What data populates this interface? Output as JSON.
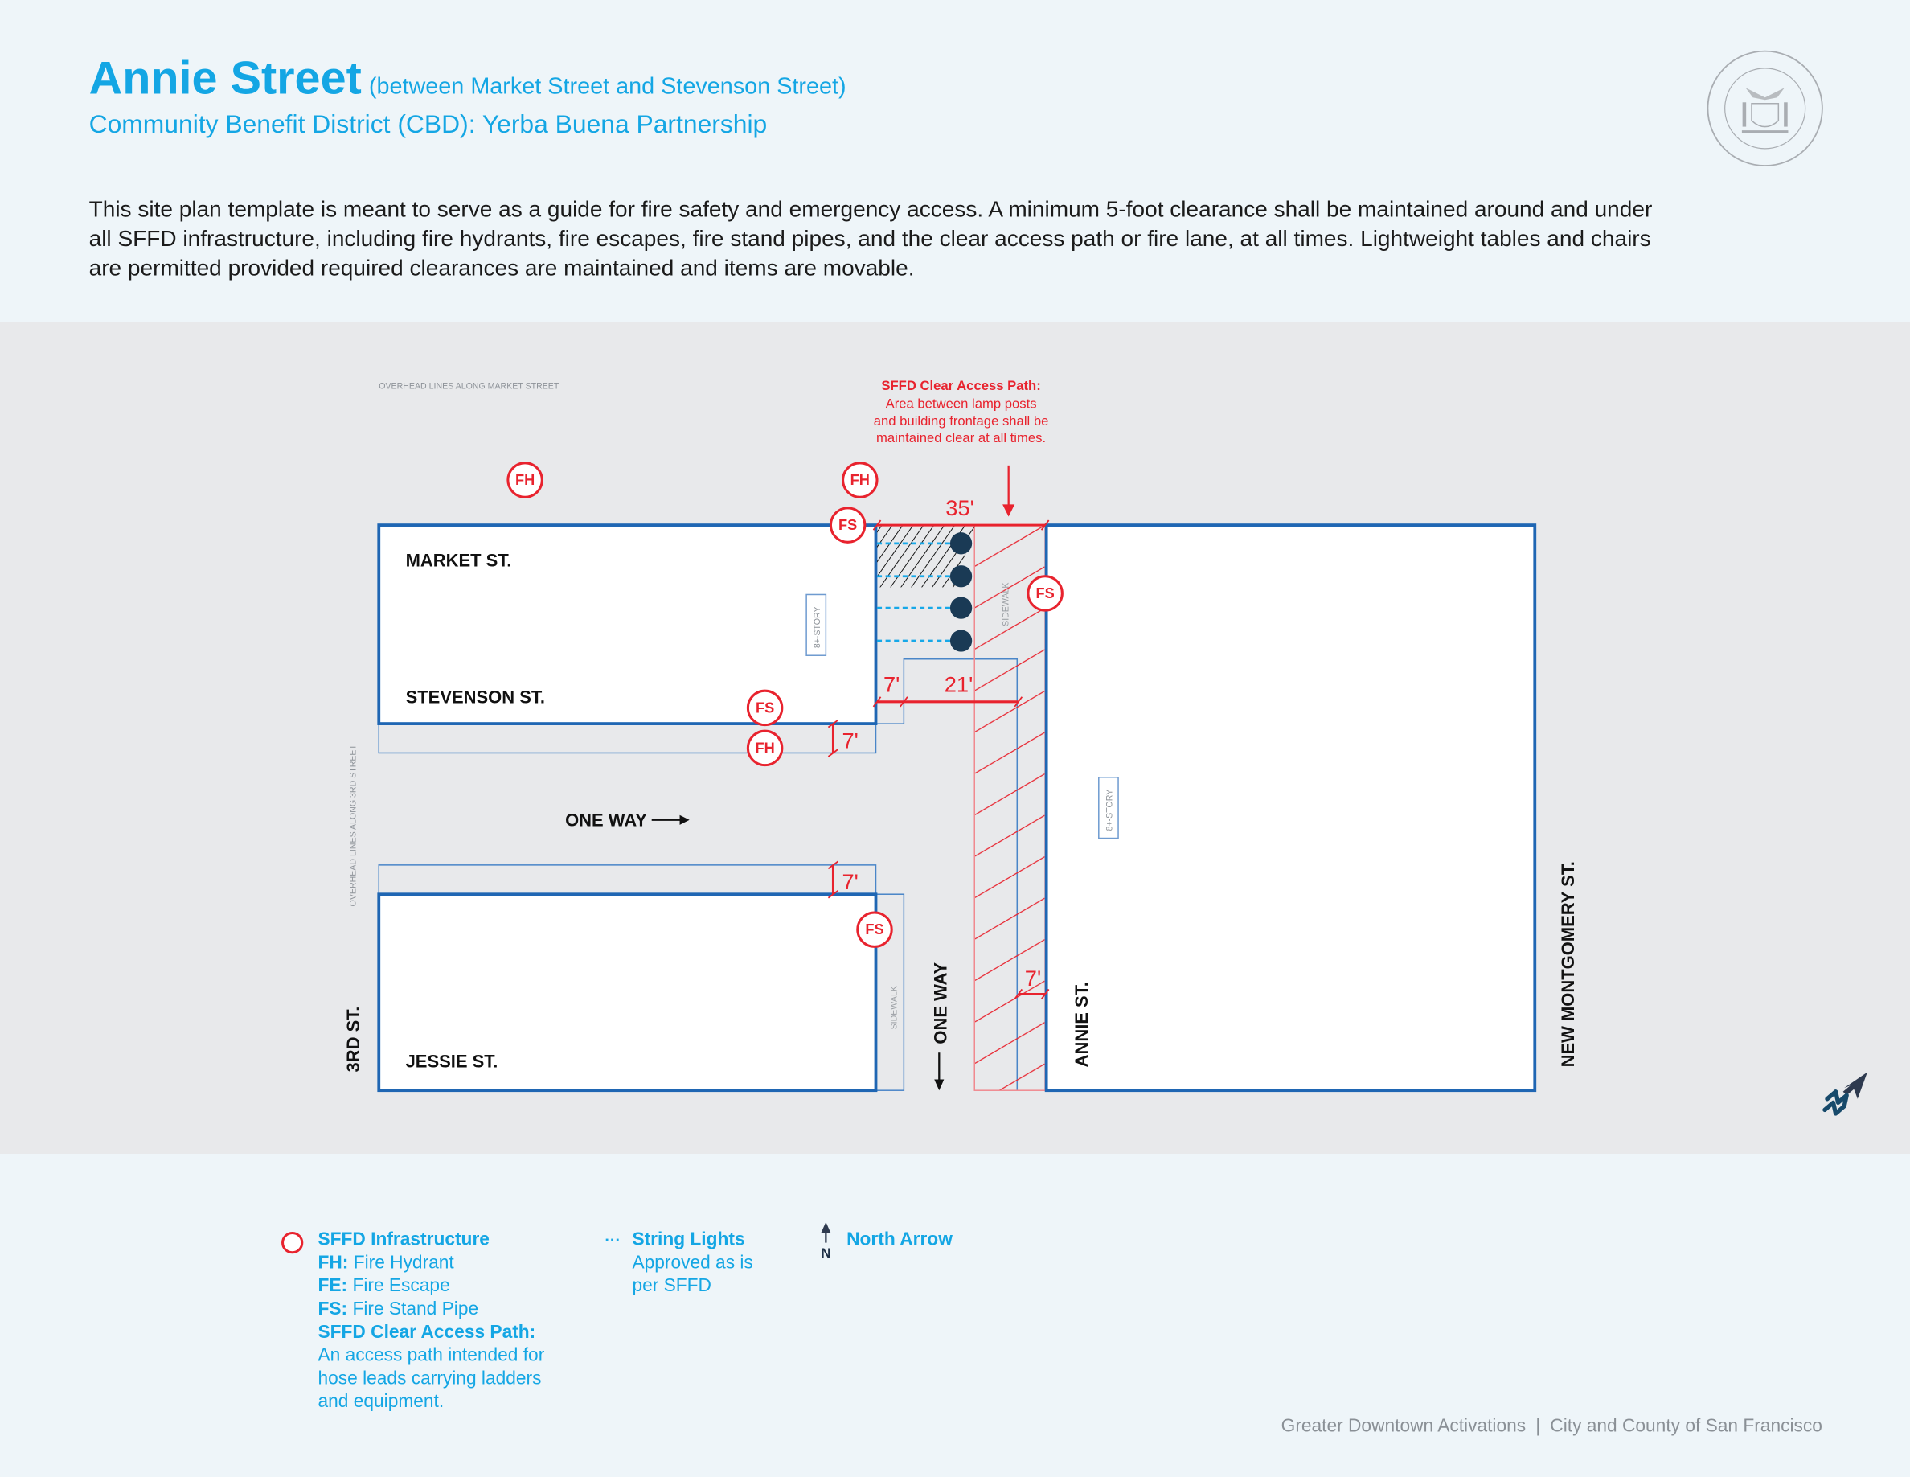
{
  "header": {
    "title": "Annie Street",
    "subtitle": "(between Market Street and Stevenson Street)",
    "cbd": "Community Benefit District (CBD): Yerba Buena Partnership",
    "description": "This site plan template is meant to serve as a guide for fire safety and emergency access. A minimum 5-foot clearance shall be maintained around and under all SFFD infrastructure, including fire hydrants, fire escapes, fire stand pipes, and the clear access path or fire lane, at all times. Lightweight tables and chairs are permitted provided required clearances are maintained and items are movable.",
    "seal": "SEAL OF THE CITY AND COUNTY OF SAN FRANCISCO"
  },
  "map": {
    "overhead_market": "OVERHEAD LINES ALONG MARKET STREET",
    "overhead_3rd": "OVERHEAD LINES ALONG 3RD STREET",
    "annotation_title": "SFFD Clear Access Path:",
    "annotation_lines": [
      "Area between lamp posts",
      "and building frontage shall be",
      "maintained clear at all times."
    ],
    "streets": {
      "market": "MARKET ST.",
      "stevenson": "STEVENSON ST.",
      "jessie": "JESSIE ST.",
      "third": "3RD ST.",
      "annie": "ANNIE ST.",
      "new_montgomery": "NEW MONTGOMERY ST."
    },
    "one_way_horizontal": "ONE WAY",
    "one_way_vertical": "ONE WAY",
    "sidewalk": "SIDEWALK",
    "story": "8+-STORY",
    "dimensions": {
      "d35": "35'",
      "d7a": "7'",
      "d21": "21'",
      "d7b": "7'",
      "d7c": "7'",
      "d7d": "7'"
    },
    "markers": {
      "fh": "FH",
      "fs": "FS"
    },
    "colors": {
      "red": "#e8232e",
      "blue": "#1f66b3",
      "lamp": "#1a3a55",
      "lights": "#16a8e8"
    }
  },
  "legend": {
    "infra_title": "SFFD Infrastructure",
    "fh_key": "FH:",
    "fh_val": "Fire Hydrant",
    "fe_key": "FE:",
    "fe_val": "Fire Escape",
    "fs_key": "FS:",
    "fs_val": "Fire Stand Pipe",
    "path_title": "SFFD Clear Access Path:",
    "path_lines": [
      "An access path intended for",
      "hose leads carrying ladders",
      "and equipment."
    ],
    "lights_symbol": "···",
    "lights_title": "String Lights",
    "lights_lines": [
      "Approved as is",
      "per SFFD"
    ],
    "north_n": "N",
    "north_title": "North Arrow"
  },
  "footer": {
    "left": "Greater Downtown Activations",
    "sep": "|",
    "right": "City and County of San Francisco"
  }
}
